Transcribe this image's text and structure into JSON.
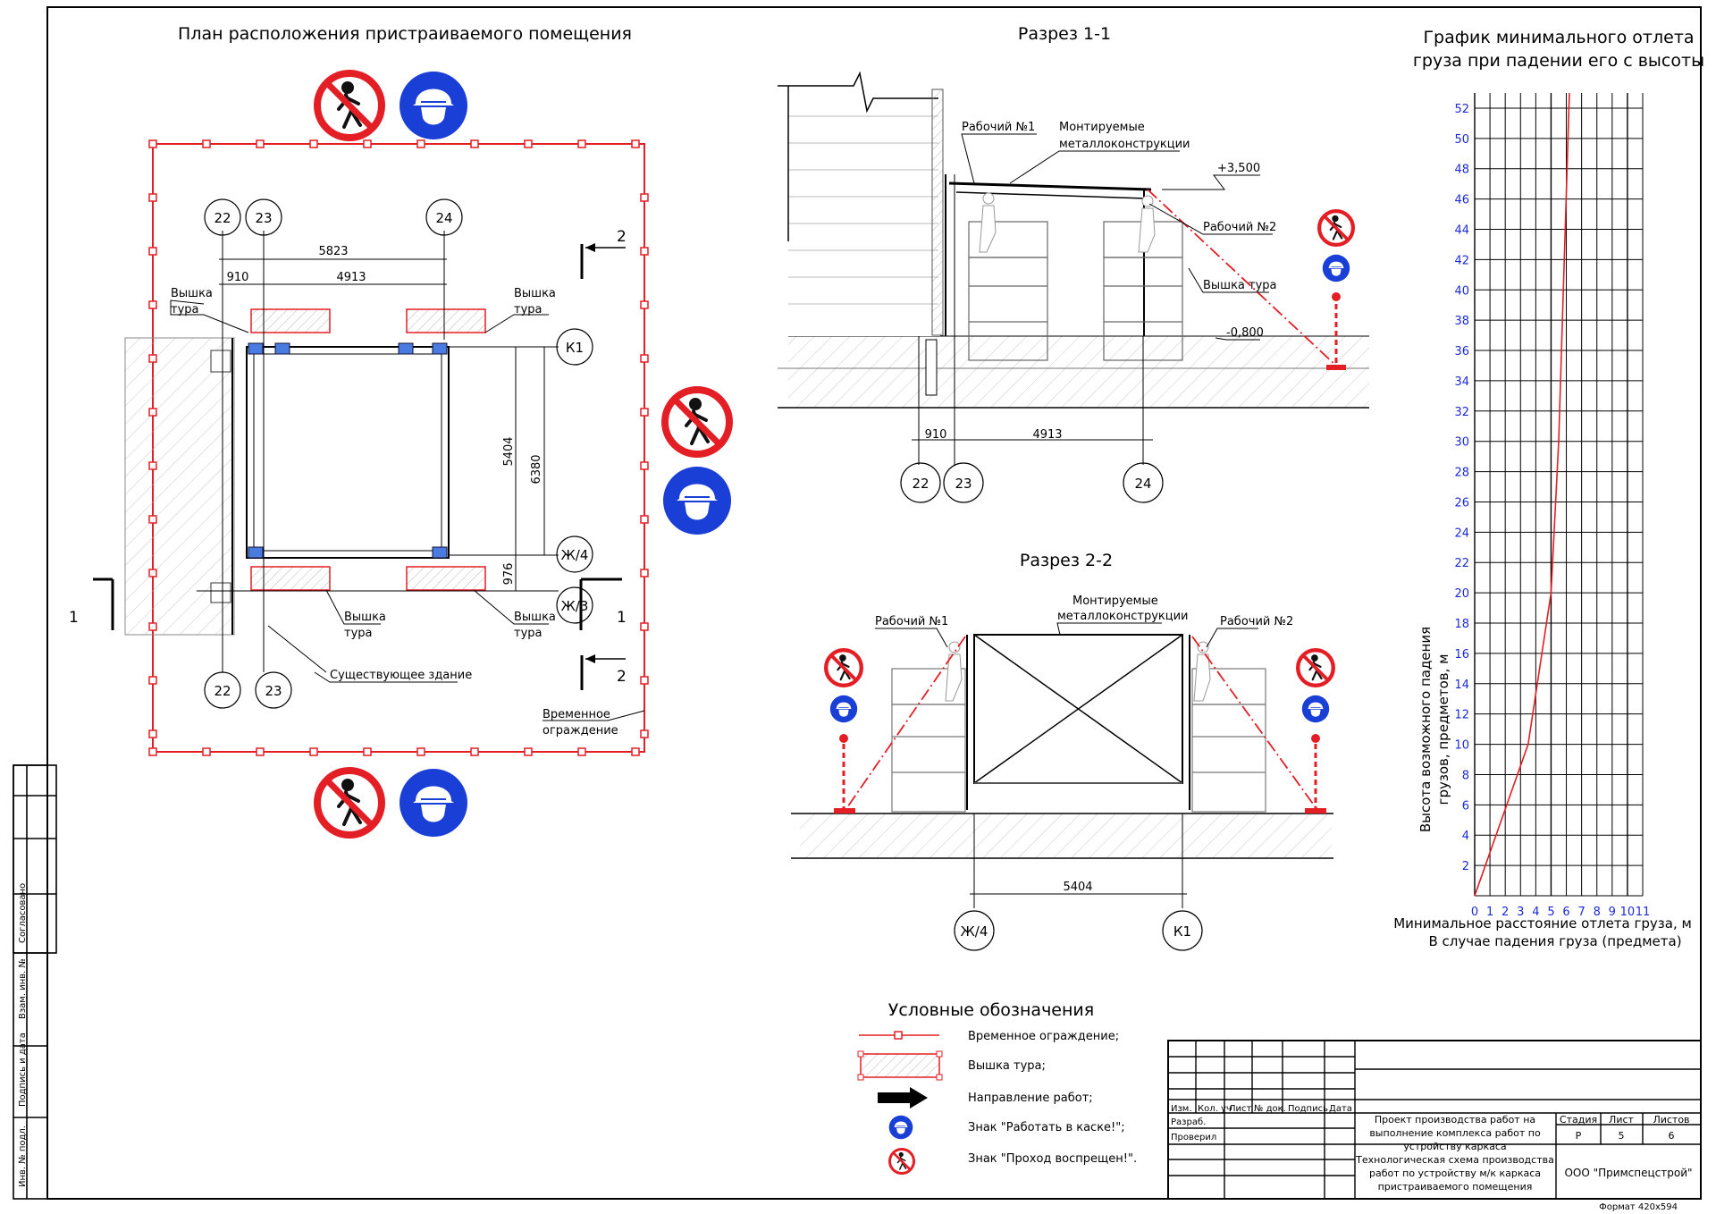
{
  "plan": {
    "title": "План расположения пристраиваемого помещения",
    "axes_top": [
      "22",
      "23",
      "24"
    ],
    "axes_bottom": [
      "22",
      "23"
    ],
    "axes_right": [
      "К1",
      "Ж/4",
      "Ж/3"
    ],
    "dim_total": "5823",
    "dim_left": "910",
    "dim_mid": "4913",
    "dim_v1": "5404",
    "dim_v2": "6380",
    "dim_v3": "976",
    "tower_label_1": "Вышка",
    "tower_label_2": "тура",
    "existing_building": "Существующее здание",
    "fence_label_1": "Временное",
    "fence_label_2": "ограждение",
    "section_1": "1",
    "section_2": "2"
  },
  "section11": {
    "title": "Разрез 1-1",
    "worker1": "Рабочий №1",
    "worker2": "Рабочий №2",
    "steel_1": "Монтируемые",
    "steel_2": "металлоконструкции",
    "tower": "Вышка тура",
    "elev_top": "+3,500",
    "elev_bottom": "-0,800",
    "axes": [
      "22",
      "23",
      "24"
    ],
    "dim_1": "910",
    "dim_2": "4913"
  },
  "section22": {
    "title": "Разрез 2-2",
    "worker1": "Рабочий №1",
    "worker2": "Рабочий №2",
    "steel_1": "Монтируемые",
    "steel_2": "металлоконструкции",
    "axes": [
      "Ж/4",
      "К1"
    ],
    "dim": "5404"
  },
  "graph_title_1": "График минимального отлета",
  "graph_title_2": "груза при падении его с высоты",
  "chart_data": {
    "type": "line",
    "xlabel": "Минимальное расстояние отлета груза, м",
    "xlabel2": "В случае падения груза (предмета)",
    "ylabel": "Высота возможного падения грузов, предметов, м",
    "xlim": [
      0,
      11
    ],
    "ylim": [
      0,
      53
    ],
    "x_ticks": [
      "0",
      "1",
      "2",
      "3",
      "4",
      "5",
      "6",
      "7",
      "8",
      "9",
      "10",
      "11"
    ],
    "y_ticks": [
      "2",
      "4",
      "6",
      "8",
      "10",
      "12",
      "14",
      "16",
      "18",
      "20",
      "22",
      "24",
      "26",
      "28",
      "30",
      "32",
      "34",
      "36",
      "38",
      "40",
      "42",
      "44",
      "46",
      "48",
      "50",
      "52"
    ],
    "grid": true,
    "series": [
      {
        "x": [
          0,
          3.5,
          5,
          5.5,
          6.2
        ],
        "y": [
          0,
          10,
          20,
          30,
          53
        ]
      }
    ]
  },
  "legend": {
    "title": "Условные обозначения",
    "items": [
      "Временное ограждение;",
      "Вышка тура;",
      "Направление работ;",
      "Знак \"Работать в каске!\";",
      "Знак \"Проход воспрещен!\"."
    ]
  },
  "stamp": {
    "cols": [
      "Изм.",
      "Кол. уч",
      "Лист",
      "№ док.",
      "Подпись",
      "Дата"
    ],
    "rows": [
      "Разраб.",
      "Проверил"
    ],
    "project": [
      "Проект производства работ на",
      "выполнение комплекса работ по",
      "устройству каркаса"
    ],
    "sheet_title": [
      "Технологическая схема производства",
      "работ по устройству м/к каркаса",
      "пристраиваемого помещения"
    ],
    "stage_label": "Стадия",
    "sheet_label": "Лист",
    "sheets_label": "Листов",
    "stage": "Р",
    "sheet": "5",
    "sheets": "6",
    "company": "ООО \"Примспецстрой\"",
    "format": "Формат 420х594"
  },
  "side_stamp": [
    "Согласовано",
    "Взам. инв. №",
    "Подпись и дата",
    "Инв. № подл."
  ],
  "colors": {
    "line": "#000000",
    "red": "#e31e24",
    "blue": "#1a3fd6",
    "graph_blue": "#1c2bd4",
    "tower_blue": "#4a7be0"
  }
}
